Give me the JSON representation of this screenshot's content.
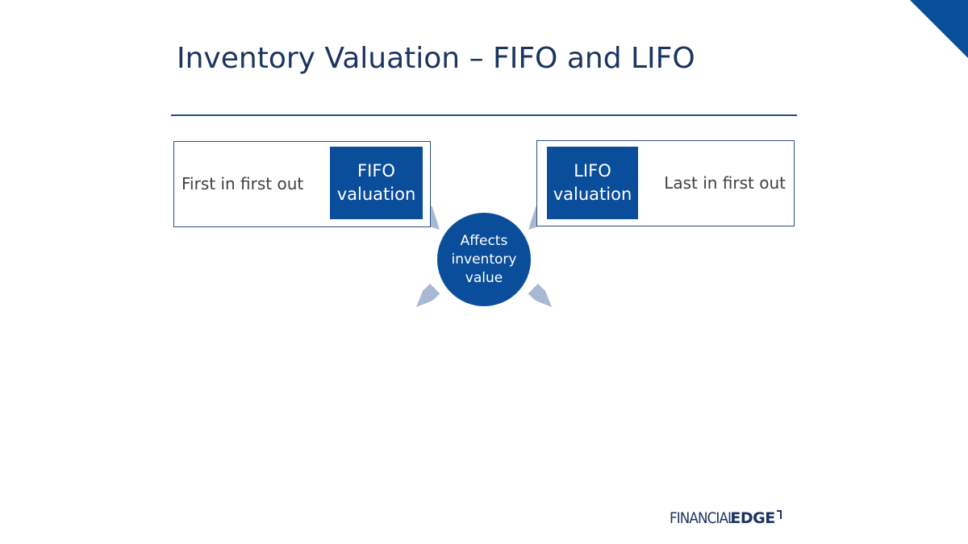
{
  "slide": {
    "title": "Inventory Valuation – FIFO and LIFO"
  },
  "diagram": {
    "left_box": {
      "caption": "First in first out",
      "label_line1": "FIFO",
      "label_line2": "valuation"
    },
    "right_box": {
      "caption": "Last in first out",
      "label_line1": "LIFO",
      "label_line2": "valuation"
    },
    "center": {
      "line1": "Affects",
      "line2": "inventory",
      "line3": "value"
    }
  },
  "logo": {
    "part1": "FINANCIAL",
    "part2": "EDGE"
  },
  "colors": {
    "primary_blue": "#0a4d9a",
    "title_navy": "#1b3461",
    "arrow_grey_blue": "#a9b8d3",
    "text_grey": "#404040"
  }
}
